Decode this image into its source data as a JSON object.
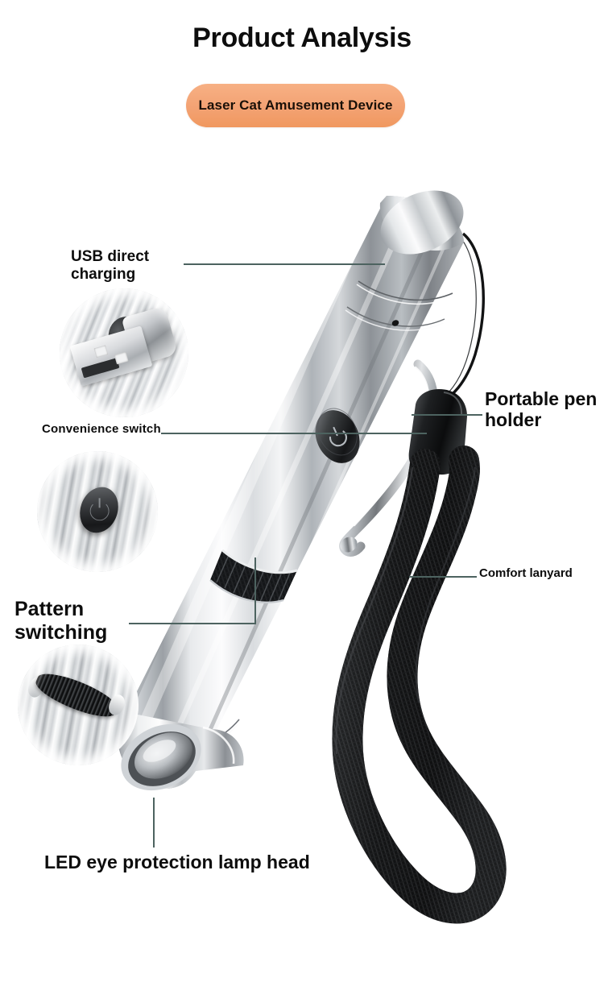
{
  "header": {
    "title": "Product Analysis",
    "badge_label": "Laser Cat Amusement Device",
    "badge_color": "#f3a273"
  },
  "product": {
    "name": "Laser Cat Amusement Device",
    "body_finish": "brushed stainless steel",
    "lanyard_color": "#141414",
    "leader_line_color": "#4d6360"
  },
  "callouts": [
    {
      "id": "usb-direct-charging",
      "label": "USB direct\ncharging",
      "side": "left",
      "leader": "horizontal",
      "inset_icon": "usb-connector-icon"
    },
    {
      "id": "convenience-switch",
      "label": "Convenience switch",
      "side": "left",
      "leader": "horizontal",
      "inset_icon": "power-button-icon"
    },
    {
      "id": "pattern-switching",
      "label": "Pattern\nswitching",
      "side": "left",
      "leader": "elbow",
      "inset_icon": "knurled-ring-icon"
    },
    {
      "id": "portable-pen-holder",
      "label": "Portable pen\nholder",
      "side": "right",
      "leader": "horizontal",
      "inset_icon": null
    },
    {
      "id": "comfort-lanyard",
      "label": "Comfort lanyard",
      "side": "right",
      "leader": "horizontal",
      "inset_icon": null
    },
    {
      "id": "led-eye-protection-lamp-head",
      "label": "LED eye protection lamp head",
      "side": "bottom",
      "leader": "vertical",
      "inset_icon": null
    }
  ]
}
